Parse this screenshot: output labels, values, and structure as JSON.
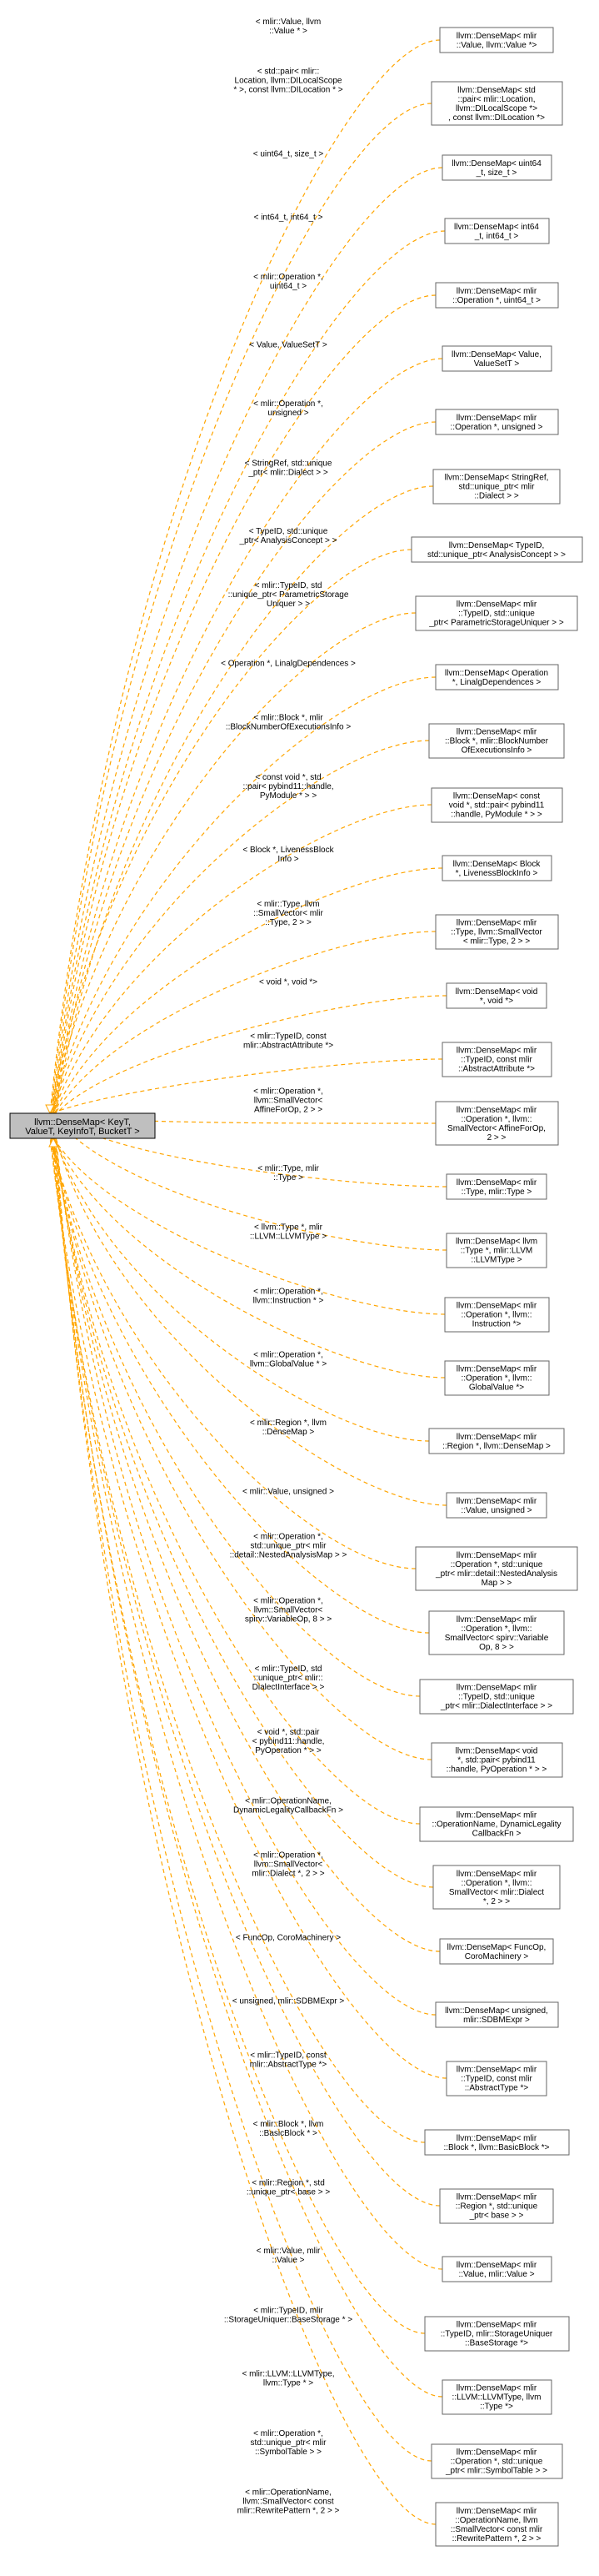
{
  "root": {
    "lines": [
      "llvm::DenseMap< KeyT,",
      "ValueT, KeyInfoT, BucketT >"
    ]
  },
  "edge_color": "#ffa500",
  "nodes": [
    {
      "lines": [
        "llvm::DenseMap< mlir",
        "::Value, llvm::Value *>"
      ],
      "edge_label": [
        "< mlir::Value, llvm",
        "::Value * >"
      ]
    },
    {
      "lines": [
        "llvm::DenseMap< std",
        "::pair< mlir::Location,",
        "llvm::DILocalScope *>",
        ", const llvm::DILocation *>"
      ],
      "edge_label": [
        "< std::pair< mlir::",
        "Location, llvm::DILocalScope",
        "* >, const llvm::DILocation * >"
      ]
    },
    {
      "lines": [
        "llvm::DenseMap< uint64",
        "_t, size_t >"
      ],
      "edge_label": [
        "< uint64_t, size_t >"
      ]
    },
    {
      "lines": [
        "llvm::DenseMap< int64",
        "_t, int64_t >"
      ],
      "edge_label": [
        "< int64_t, int64_t >"
      ]
    },
    {
      "lines": [
        "llvm::DenseMap< mlir",
        "::Operation *, uint64_t >"
      ],
      "edge_label": [
        "< mlir::Operation *,",
        "uint64_t >"
      ]
    },
    {
      "lines": [
        "llvm::DenseMap< Value,",
        "ValueSetT >"
      ],
      "edge_label": [
        "< Value, ValueSetT >"
      ]
    },
    {
      "lines": [
        "llvm::DenseMap< mlir",
        "::Operation *, unsigned >"
      ],
      "edge_label": [
        "< mlir::Operation *,",
        "unsigned >"
      ]
    },
    {
      "lines": [
        "llvm::DenseMap< StringRef,",
        "std::unique_ptr< mlir",
        "::Dialect > >"
      ],
      "edge_label": [
        "< StringRef, std::unique",
        "_ptr< mlir::Dialect > >"
      ]
    },
    {
      "lines": [
        "llvm::DenseMap< TypeID,",
        "std::unique_ptr< AnalysisConcept > >"
      ],
      "edge_label": [
        "< TypeID, std::unique",
        "_ptr< AnalysisConcept > >"
      ]
    },
    {
      "lines": [
        "llvm::DenseMap< mlir",
        "::TypeID, std::unique",
        "_ptr< ParametricStorageUniquer > >"
      ],
      "edge_label": [
        "< mlir::TypeID, std",
        "::unique_ptr< ParametricStorage",
        "Uniquer > >"
      ]
    },
    {
      "lines": [
        "llvm::DenseMap< Operation",
        "*, LinalgDependences >"
      ],
      "edge_label": [
        "< Operation *, LinalgDependences >"
      ]
    },
    {
      "lines": [
        "llvm::DenseMap< mlir",
        "::Block *, mlir::BlockNumber",
        "OfExecutionsInfo >"
      ],
      "edge_label": [
        "< mlir::Block *, mlir",
        "::BlockNumberOfExecutionsInfo >"
      ]
    },
    {
      "lines": [
        "llvm::DenseMap< const",
        "void *, std::pair< pybind11",
        "::handle, PyModule * > >"
      ],
      "edge_label": [
        "< const void *, std",
        "::pair< pybind11::handle,",
        "PyModule * > >"
      ]
    },
    {
      "lines": [
        "llvm::DenseMap< Block",
        "*, LivenessBlockInfo >"
      ],
      "edge_label": [
        "< Block *, LivenessBlock",
        "Info >"
      ]
    },
    {
      "lines": [
        "llvm::DenseMap< mlir",
        "::Type, llvm::SmallVector",
        "< mlir::Type, 2 > >"
      ],
      "edge_label": [
        "< mlir::Type, llvm",
        "::SmallVector< mlir",
        "::Type, 2 > >"
      ]
    },
    {
      "lines": [
        "llvm::DenseMap< void",
        "*, void *>"
      ],
      "edge_label": [
        "< void *, void *>"
      ]
    },
    {
      "lines": [
        "llvm::DenseMap< mlir",
        "::TypeID, const mlir",
        "::AbstractAttribute *>"
      ],
      "edge_label": [
        "< mlir::TypeID, const",
        "mlir::AbstractAttribute *>"
      ]
    },
    {
      "lines": [
        "llvm::DenseMap< mlir",
        "::Operation *, llvm::",
        "SmallVector< AffineForOp,",
        "2 > >"
      ],
      "edge_label": [
        "< mlir::Operation *,",
        "llvm::SmallVector<",
        "AffineForOp, 2 > >"
      ]
    },
    {
      "lines": [
        "llvm::DenseMap< mlir",
        "::Type, mlir::Type >"
      ],
      "edge_label": [
        "< mlir::Type, mlir",
        "::Type >"
      ]
    },
    {
      "lines": [
        "llvm::DenseMap< llvm",
        "::Type *, mlir::LLVM",
        "::LLVMType >"
      ],
      "edge_label": [
        "< llvm::Type *, mlir",
        "::LLVM::LLVMType >"
      ]
    },
    {
      "lines": [
        "llvm::DenseMap< mlir",
        "::Operation *, llvm::",
        "Instruction *>"
      ],
      "edge_label": [
        "< mlir::Operation *,",
        "llvm::Instruction * >"
      ]
    },
    {
      "lines": [
        "llvm::DenseMap< mlir",
        "::Operation *, llvm::",
        "GlobalValue *>"
      ],
      "edge_label": [
        "< mlir::Operation *,",
        "llvm::GlobalValue * >"
      ]
    },
    {
      "lines": [
        "llvm::DenseMap< mlir",
        "::Region *, llvm::DenseMap >"
      ],
      "edge_label": [
        "< mlir::Region *, llvm",
        "::DenseMap >"
      ]
    },
    {
      "lines": [
        "llvm::DenseMap< mlir",
        "::Value, unsigned >"
      ],
      "edge_label": [
        "< mlir::Value, unsigned >"
      ]
    },
    {
      "lines": [
        "llvm::DenseMap< mlir",
        "::Operation *, std::unique",
        "_ptr< mlir::detail::NestedAnalysis",
        "Map > >"
      ],
      "edge_label": [
        "< mlir::Operation *,",
        "std::unique_ptr< mlir",
        "::detail::NestedAnalysisMap > >"
      ]
    },
    {
      "lines": [
        "llvm::DenseMap< mlir",
        "::Operation *, llvm::",
        "SmallVector< spirv::Variable",
        "Op, 8 > >"
      ],
      "edge_label": [
        "< mlir::Operation *,",
        "llvm::SmallVector<",
        "spirv::VariableOp, 8 > >"
      ]
    },
    {
      "lines": [
        "llvm::DenseMap< mlir",
        "::TypeID, std::unique",
        "_ptr< mlir::DialectInterface > >"
      ],
      "edge_label": [
        "< mlir::TypeID, std",
        "::unique_ptr< mlir::",
        "DialectInterface > >"
      ]
    },
    {
      "lines": [
        "llvm::DenseMap< void",
        "*, std::pair< pybind11",
        "::handle, PyOperation * > >"
      ],
      "edge_label": [
        "< void *, std::pair",
        "< pybind11::handle,",
        "PyOperation * > >"
      ]
    },
    {
      "lines": [
        "llvm::DenseMap< mlir",
        "::OperationName, DynamicLegality",
        "CallbackFn >"
      ],
      "edge_label": [
        "< mlir::OperationName,",
        "DynamicLegalityCallbackFn >"
      ]
    },
    {
      "lines": [
        "llvm::DenseMap< mlir",
        "::Operation *, llvm::",
        "SmallVector< mlir::Dialect",
        "*, 2 > >"
      ],
      "edge_label": [
        "< mlir::Operation *,",
        "llvm::SmallVector<",
        "mlir::Dialect *, 2 > >"
      ]
    },
    {
      "lines": [
        "llvm::DenseMap< FuncOp,",
        "CoroMachinery >"
      ],
      "edge_label": [
        "< FuncOp, CoroMachinery >"
      ]
    },
    {
      "lines": [
        "llvm::DenseMap< unsigned,",
        "mlir::SDBMExpr >"
      ],
      "edge_label": [
        "< unsigned, mlir::SDBMExpr >"
      ]
    },
    {
      "lines": [
        "llvm::DenseMap< mlir",
        "::TypeID, const mlir",
        "::AbstractType *>"
      ],
      "edge_label": [
        "< mlir::TypeID, const",
        "mlir::AbstractType *>"
      ]
    },
    {
      "lines": [
        "llvm::DenseMap< mlir",
        "::Block *, llvm::BasicBlock *>"
      ],
      "edge_label": [
        "< mlir::Block *, llvm",
        "::BasicBlock * >"
      ]
    },
    {
      "lines": [
        "llvm::DenseMap< mlir",
        "::Region *, std::unique",
        "_ptr< base > >"
      ],
      "edge_label": [
        "< mlir::Region *, std",
        "::unique_ptr< base > >"
      ]
    },
    {
      "lines": [
        "llvm::DenseMap< mlir",
        "::Value, mlir::Value >"
      ],
      "edge_label": [
        "< mlir::Value, mlir",
        "::Value >"
      ]
    },
    {
      "lines": [
        "llvm::DenseMap< mlir",
        "::TypeID, mlir::StorageUniquer",
        "::BaseStorage *>"
      ],
      "edge_label": [
        "< mlir::TypeID, mlir",
        "::StorageUniquer::BaseStorage * >"
      ]
    },
    {
      "lines": [
        "llvm::DenseMap< mlir",
        "::LLVM::LLVMType, llvm",
        "::Type *>"
      ],
      "edge_label": [
        "< mlir::LLVM::LLVMType,",
        "llvm::Type * >"
      ]
    },
    {
      "lines": [
        "llvm::DenseMap< mlir",
        "::Operation *, std::unique",
        "_ptr< mlir::SymbolTable > >"
      ],
      "edge_label": [
        "< mlir::Operation *,",
        "std::unique_ptr< mlir",
        "::SymbolTable > >"
      ]
    },
    {
      "lines": [
        "llvm::DenseMap< mlir",
        "::OperationName, llvm",
        "::SmallVector< const mlir",
        "::RewritePattern *, 2 > >"
      ],
      "edge_label": [
        "< mlir::OperationName,",
        "llvm::SmallVector< const",
        "mlir::RewritePattern *, 2 > >"
      ]
    }
  ]
}
